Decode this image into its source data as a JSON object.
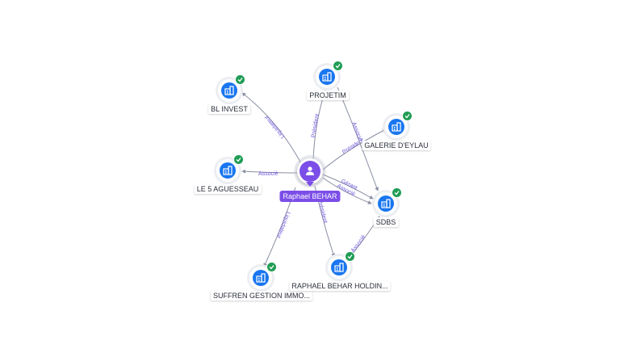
{
  "center": {
    "label": "Raphael BEHAR",
    "icon": "person-icon",
    "color": "#7b4ee8"
  },
  "companies": [
    {
      "id": "bl-invest",
      "label": "BL INVEST",
      "icon": "building-icon",
      "verified": true
    },
    {
      "id": "projetim",
      "label": "PROJETIM",
      "icon": "building-icon",
      "verified": true
    },
    {
      "id": "galerie-deylau",
      "label": "GALERIE D'EYLAU",
      "icon": "building-icon",
      "verified": true
    },
    {
      "id": "le-5-aguesseau",
      "label": "LE 5 AGUESSEAU",
      "icon": "building-icon",
      "verified": true
    },
    {
      "id": "sdbs",
      "label": "SDBS",
      "icon": "building-icon",
      "verified": true
    },
    {
      "id": "suffren",
      "label": "SUFFREN GESTION IMMO...",
      "icon": "building-icon",
      "verified": true
    },
    {
      "id": "raphael-behar-holding",
      "label": "RAPHAEL BEHAR HOLDIN...",
      "icon": "building-icon",
      "verified": true
    }
  ],
  "relations": [
    {
      "from": "center",
      "to": "bl-invest",
      "label": "Liquidateur"
    },
    {
      "from": "center",
      "to": "projetim",
      "label": "Président"
    },
    {
      "from": "center",
      "to": "galerie-deylau",
      "label": "Président"
    },
    {
      "from": "center",
      "to": "le-5-aguesseau",
      "label": "Associé"
    },
    {
      "from": "center",
      "to": "sdbs",
      "label": "Gérant"
    },
    {
      "from": "center",
      "to": "sdbs",
      "label": "Associé"
    },
    {
      "from": "center",
      "to": "suffren",
      "label": "Liquidateur"
    },
    {
      "from": "center",
      "to": "raphael-behar-holding",
      "label": "Président"
    },
    {
      "from": "raphael-behar-holding",
      "to": "sdbs",
      "label": "Associé"
    },
    {
      "from": "projetim",
      "to": "sdbs",
      "label": "Associé"
    }
  ],
  "colors": {
    "company": "#1976f0",
    "verified": "#1f9d55",
    "relation_label": "#6a55d8",
    "edge": "#8a8fa3"
  }
}
